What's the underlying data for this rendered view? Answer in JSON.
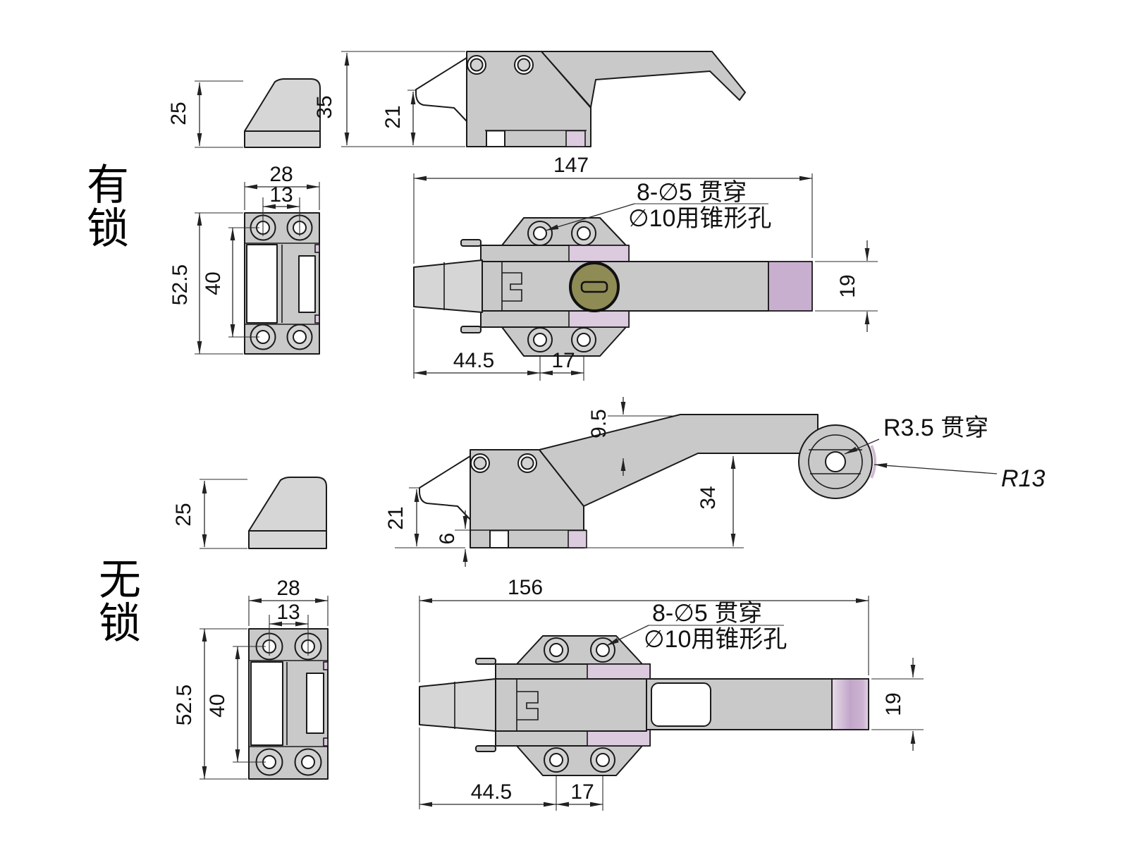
{
  "colors": {
    "body_gray": "#c9c9c9",
    "accent_purple": "#dccade",
    "cap_purple": "#c9afcf",
    "lock_olive": "#8e8b55",
    "line": "#1a1a1a"
  },
  "sections": {
    "locked": {
      "label": "有锁",
      "striker_side": {
        "height": "25"
      },
      "handle_side": {
        "overall_height": "35",
        "hook_height": "21"
      },
      "plate_top": {
        "width": "28",
        "hole_spacing_x": "13",
        "height": "52.5",
        "hole_spacing_y": "40"
      },
      "main_top": {
        "overall_length": "147",
        "callout_line1": "8-∅5 贯穿",
        "callout_line2": "∅10用锥形孔",
        "handle_width": "19",
        "tip_to_first_hole": "44.5",
        "hole_pitch": "17"
      }
    },
    "unlocked": {
      "label": "无锁",
      "handle_side": {
        "arm_offset": "9.5",
        "hook_height": "21",
        "base_thickness": "6",
        "arm_height": "34",
        "hole_callout": "R3.5 贯穿",
        "end_radius": "R13"
      },
      "striker_side": {
        "height": "25"
      },
      "plate_top": {
        "width": "28",
        "hole_spacing_x": "13",
        "height": "52.5",
        "hole_spacing_y": "40"
      },
      "main_top": {
        "overall_length": "156",
        "callout_line1": "8-∅5 贯穿",
        "callout_line2": "∅10用锥形孔",
        "handle_width": "19",
        "tip_to_first_hole": "44.5",
        "hole_pitch": "17"
      }
    }
  }
}
